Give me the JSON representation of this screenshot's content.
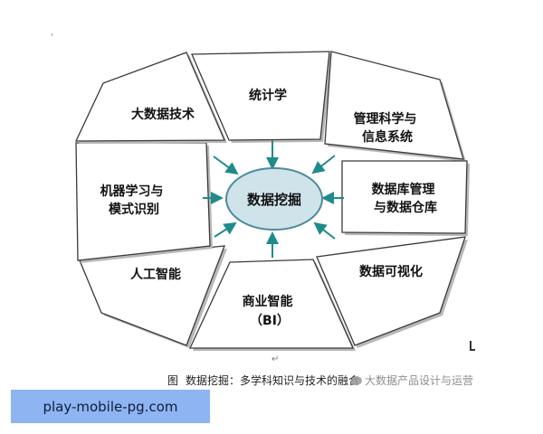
{
  "diagram": {
    "center": "数据挖掘",
    "segments": {
      "top": [
        "统计学"
      ],
      "top_right": [
        "管理科学与",
        "信息系统"
      ],
      "right": [
        "数据库管理",
        "与数据仓库"
      ],
      "bottom_right": [
        "数据可视化"
      ],
      "bottom": [
        "商业智能",
        "（BI）"
      ],
      "bottom_left": [
        "人工智能"
      ],
      "left": [
        "机器学习与",
        "模式识别"
      ],
      "top_left": [
        "大数据技术"
      ]
    },
    "colors": {
      "segment_fill": "#ffffff",
      "segment_stroke": "#3a3a3a",
      "segment_shadow": "#b8b8b8",
      "center_fill": "#cfe3ea",
      "center_stroke": "#4c8a9c",
      "arrow": "#1f8b8b"
    }
  },
  "caption": {
    "fig": "图",
    "text": "数据挖掘：多学科知识与技术的融合"
  },
  "watermark": {
    "text": "大数据产品设计与运营"
  },
  "url_banner": {
    "text": "play-mobile-pg.com"
  },
  "marks": {
    "top_left": "'",
    "below_diagram": "↵"
  }
}
